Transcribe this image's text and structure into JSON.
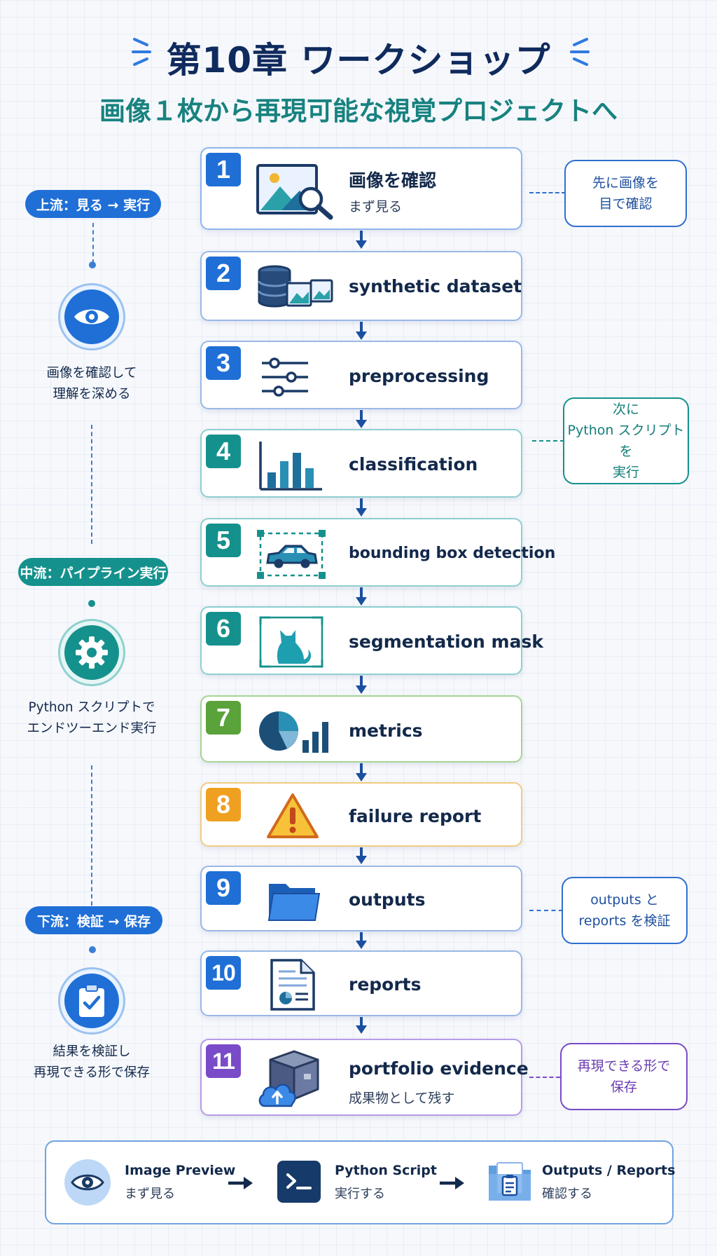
{
  "header": {
    "title": "第10章 ワークショップ",
    "subtitle": "画像１枚から再現可能な視覚プロジェクトへ"
  },
  "steps": [
    {
      "num": "1",
      "label": "画像を確認",
      "sub": "まず見る",
      "icon": "image-search-icon",
      "color": "#1f6fd6"
    },
    {
      "num": "2",
      "label": "synthetic dataset",
      "icon": "database-images-icon",
      "color": "#1f6fd6"
    },
    {
      "num": "3",
      "label": "preprocessing",
      "icon": "sliders-icon",
      "color": "#1f6fd6"
    },
    {
      "num": "4",
      "label": "classification",
      "icon": "bar-chart-icon",
      "color": "#15918d"
    },
    {
      "num": "5",
      "label": "bounding box detection",
      "icon": "car-bbox-icon",
      "color": "#15918d"
    },
    {
      "num": "6",
      "label": "segmentation mask",
      "icon": "cat-mask-icon",
      "color": "#15918d"
    },
    {
      "num": "7",
      "label": "metrics",
      "icon": "pie-bar-icon",
      "color": "#5aa23a"
    },
    {
      "num": "8",
      "label": "failure report",
      "icon": "warning-icon",
      "color": "#f0a020"
    },
    {
      "num": "9",
      "label": "outputs",
      "icon": "folder-icon",
      "color": "#1f6fd6"
    },
    {
      "num": "10",
      "label": "reports",
      "icon": "report-doc-icon",
      "color": "#1f6fd6"
    },
    {
      "num": "11",
      "label": "portfolio evidence",
      "sub": "成果物として残す",
      "icon": "box-cloud-icon",
      "color": "#7a4bc8"
    }
  ],
  "notes": [
    {
      "lines": [
        "先に画像を",
        "目で確認"
      ],
      "color": "#2f6fcf"
    },
    {
      "lines": [
        "次に",
        "Python スクリプトを",
        "実行"
      ],
      "color": "#15918d"
    },
    {
      "lines": [
        "outputs と",
        "reports を検証"
      ],
      "color": "#2f6fcf"
    },
    {
      "lines": [
        "再現できる形で",
        "保存"
      ],
      "color": "#7a4bc8"
    }
  ],
  "phases": [
    {
      "pill": "上流：見る → 実行",
      "lines": [
        "画像を確認して",
        "理解を深める"
      ],
      "icon": "eye-icon",
      "color": "#1f6fd6"
    },
    {
      "pill": "中流：パイプライン実行",
      "lines": [
        "Python スクリプトで",
        "エンドツーエンド実行"
      ],
      "icon": "gear-icon",
      "color": "#15918d"
    },
    {
      "pill": "下流：検証 → 保存",
      "lines": [
        "結果を検証し",
        "再現できる形で保存"
      ],
      "icon": "clipboard-check-icon",
      "color": "#1f6fd6"
    }
  ],
  "legend": [
    {
      "title": "Image Preview",
      "sub": "まず見る",
      "icon": "eye-icon"
    },
    {
      "title": "Python Script",
      "sub": "実行する",
      "icon": "terminal-icon"
    },
    {
      "title": "Outputs / Reports",
      "sub": "確認する",
      "icon": "folder-report-icon"
    }
  ]
}
